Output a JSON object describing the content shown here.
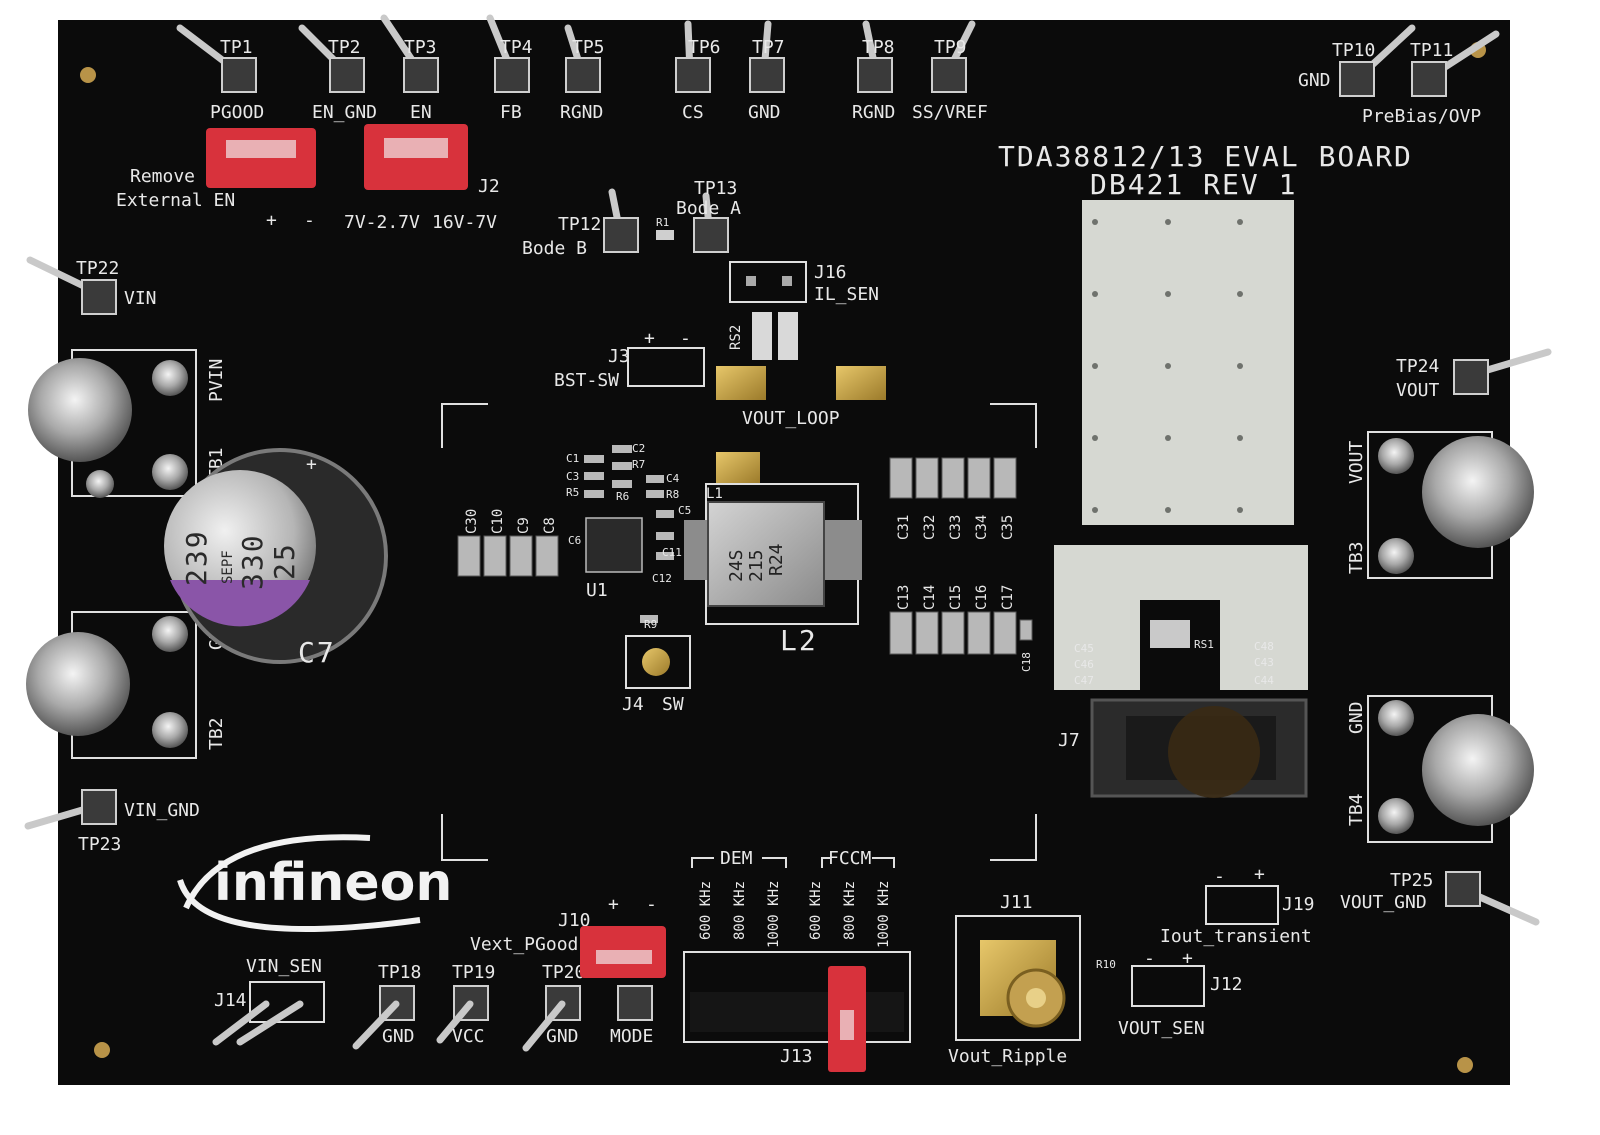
{
  "board": {
    "title": "TDA38812/13 EVAL BOARD",
    "revision": "DB421 REV 1",
    "brand": "infineon",
    "colors": {
      "pcb": "#0b0b0b",
      "silkscreen": "#e8e8e8",
      "jumper": "#d8323c",
      "pad": "#c9a34a",
      "copper_plane": "#d6d8d2"
    }
  },
  "test_points": {
    "tp1": "TP1",
    "tp1_net": "PGOOD",
    "tp2": "TP2",
    "tp2_net": "EN_GND",
    "tp3": "TP3",
    "tp3_net": "EN",
    "tp4": "TP4",
    "tp4_net": "FB",
    "tp5": "TP5",
    "tp5_net": "RGND",
    "tp6": "TP6",
    "tp6_net": "CS",
    "tp7": "TP7",
    "tp7_net": "GND",
    "tp8": "TP8",
    "tp8_net": "RGND",
    "tp9": "TP9",
    "tp9_net": "SS/VREF",
    "tp10": "TP10",
    "tp10_net": "GND",
    "tp11": "TP11",
    "tp11_net": "PreBias/OVP",
    "tp12": "TP12",
    "tp12_net": "Bode B",
    "tp13": "TP13",
    "tp13_net": "Bode A",
    "tp18": "TP18",
    "tp18_net": "GND",
    "tp19": "TP19",
    "tp19_net": "VCC",
    "tp20": "TP20",
    "tp20_net": "GND",
    "tp22": "TP22",
    "tp22_net": "VIN",
    "tp23": "TP23",
    "tp23_net": "VIN_GND",
    "tp24": "TP24",
    "tp24_net": "VOUT",
    "tp25": "TP25",
    "tp25_net": "VOUT_GND"
  },
  "connectors": {
    "j2": "J2",
    "j2_left": "7V-2.7V",
    "j2_right": "16V-7V",
    "j3": "J3",
    "j3_net": "BST-SW",
    "j4": "J4",
    "j4_net": "SW",
    "j7": "J7",
    "j10": "J10",
    "j10_net": "Vext_PGood",
    "j11": "J11",
    "j11_net": "Vout_Ripple",
    "j12": "J12",
    "j12_net": "VOUT_SEN",
    "j13": "J13",
    "j14": "J14",
    "j14_net": "VIN_SEN",
    "j16": "J16",
    "j16_net": "IL_SEN",
    "j19": "J19",
    "j19_net": "Iout_transient",
    "remove_label_1": "Remove",
    "remove_label_2": "External EN",
    "plus": "+",
    "minus": "-",
    "mode": "MODE",
    "dem": "DEM",
    "fccm": "FCCM",
    "freq_1": "600 KHz",
    "freq_2": "800 KHz",
    "freq_3": "1000 KHz"
  },
  "terminals": {
    "tb1": "TB1",
    "tb1_net": "PVIN",
    "tb2": "TB2",
    "tb2_net": "GND",
    "tb3": "TB3",
    "tb3_net": "VOUT",
    "tb4": "TB4",
    "tb4_net": "GND"
  },
  "components": {
    "c7": "C7",
    "c7_print_1": "239",
    "c7_print_2": "SEPF",
    "c7_print_3": "330",
    "c7_print_4": "25",
    "l2": "L2",
    "l2_print_1": "R24",
    "l2_print_2": "215",
    "l2_print_3": "24S",
    "u1": "U1",
    "l1": "L1",
    "rs2": "RS2",
    "r1": "R1",
    "vout_loop": "VOUT_LOOP",
    "caps_left": [
      "C30",
      "C10",
      "C9",
      "C8"
    ],
    "caps_out_top": [
      "C31",
      "C32",
      "C33",
      "C34",
      "C35"
    ],
    "caps_out_bot": [
      "C13",
      "C14",
      "C15",
      "C16",
      "C17"
    ],
    "c18": "C18",
    "small_caps_1": [
      "C1",
      "C2",
      "C3",
      "R7",
      "R5",
      "R6",
      "C4",
      "R8",
      "C5",
      "C6",
      "C11",
      "C12",
      "R9"
    ],
    "load_caps": [
      "C45",
      "C46",
      "C47",
      "C48",
      "C43",
      "C44"
    ],
    "rs1": "RS1",
    "r10": "R10"
  }
}
